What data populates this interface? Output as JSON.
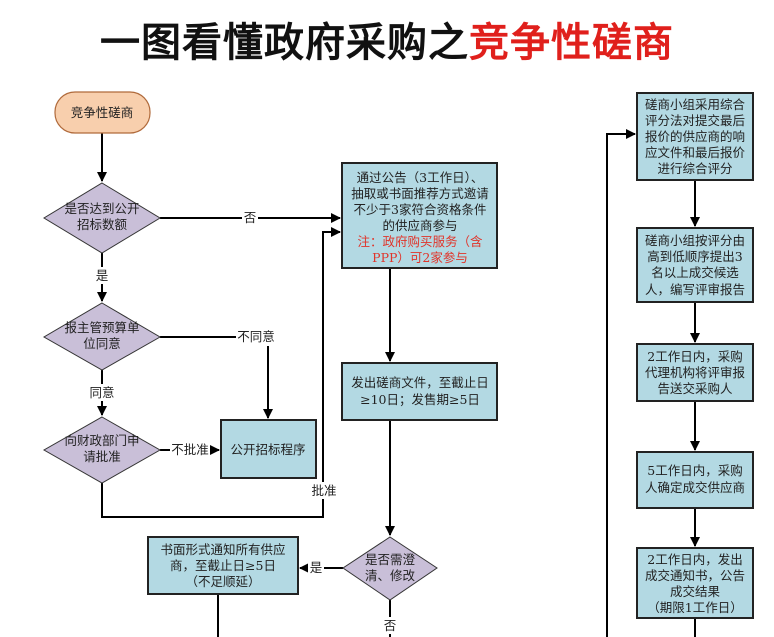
{
  "title": {
    "black": "一图看懂政府采购之",
    "red": "竞争性磋商"
  },
  "colors": {
    "box": "#b3d9e3",
    "decision": "#c9bfd8",
    "start": "#f8cfad",
    "accent": "#e0201c"
  },
  "nodes": {
    "start": "竞争性磋商",
    "d1": [
      "是否达到公开",
      "招标数额"
    ],
    "d2": [
      "报主管预算单",
      "位同意"
    ],
    "d3": [
      "向财政部门申",
      "请批准"
    ],
    "open_tender": "公开招标程序",
    "invite": [
      "通过公告（3工作日）、",
      "抽取或书面推荐方式邀请",
      "不少于3家符合资格条件",
      "的供应商参与"
    ],
    "invite_note": [
      "注：政府购买服务（含",
      "PPP）可2家参与"
    ],
    "issue_docs": [
      "发出磋商文件，至截止日",
      "≥10日；发售期≥5日"
    ],
    "d4": [
      "是否需澄",
      "清、修改"
    ],
    "notify": [
      "书面形式通知所有供应",
      "商，至截止日≥5日",
      "（不足顺延）"
    ],
    "r1": [
      "磋商小组采用综合",
      "评分法对提交最后",
      "报价的供应商的响",
      "应文件和最后报价",
      "进行综合评分"
    ],
    "r2": [
      "磋商小组按评分由",
      "高到低顺序提出3",
      "名以上成交候选",
      "人，编写评审报告"
    ],
    "r3": [
      "2工作日内，采购",
      "代理机构将评审报",
      "告送交采购人"
    ],
    "r4": [
      "5工作日内，采购",
      "人确定成交供应商"
    ],
    "r5": [
      "2工作日内，发出",
      "成交通知书，公告",
      "成交结果",
      "（期限1工作日）"
    ]
  },
  "edges": {
    "no": "否",
    "yes": "是",
    "disagree": "不同意",
    "agree": "同意",
    "not_approved": "不批准",
    "approved": "批准",
    "yes2": "是",
    "no2": "否"
  }
}
